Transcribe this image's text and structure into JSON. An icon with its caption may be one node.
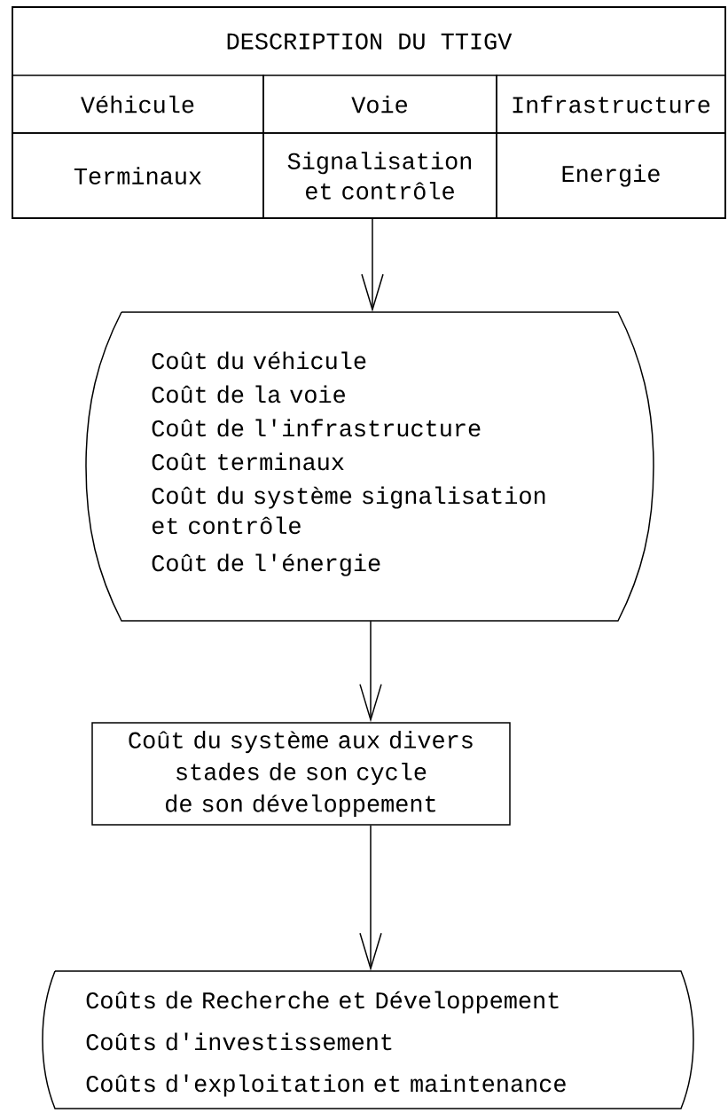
{
  "diagram": {
    "nodes": [
      {
        "text": [
          "DESCRIPTION DU TTIGV"
        ]
      },
      {
        "text": [
          "Véhicule"
        ],
        "in": 0
      },
      {
        "text": [
          "Voie"
        ],
        "in": 0
      },
      {
        "text": [
          "Infrastructure"
        ],
        "in": 0
      },
      {
        "text": [
          "Terminaux"
        ],
        "in": 0
      },
      {
        "text": [
          "Signalisation et contrôle"
        ],
        "in": 0
      },
      {
        "text": [
          "Energie"
        ],
        "in": 0
      },
      {
        "text": [
          "Coût du véhicule",
          "Coût de la voie",
          "Coût de l'infrastructure",
          "Coût terminaux",
          "Coût du système signalisation et contrôle",
          "Coût de l'énergie"
        ]
      },
      {
        "text": [
          "Coût du système aux divers stades de son cycle de son développement"
        ]
      },
      {
        "text": [
          "Coûts de Recherche et Développement",
          "Coûts d'investissement",
          "Coûts d'exploitation et maintenance"
        ]
      }
    ],
    "edges": [
      {
        "from": 0,
        "to": 7,
        "arrow": "to"
      },
      {
        "from": 7,
        "to": 8,
        "arrow": "to"
      },
      {
        "from": 8,
        "to": 9,
        "arrow": "to"
      }
    ]
  }
}
